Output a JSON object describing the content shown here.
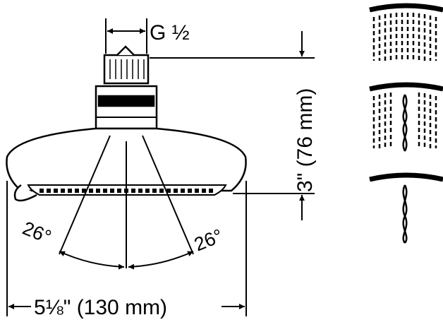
{
  "labels": {
    "thread": "G ½",
    "height": "3\" (76 mm)",
    "width": "5⅛\" (130 mm)",
    "angle_left": "26°",
    "angle_right": "26°"
  },
  "icons": [
    "spray-pattern-rain-icon",
    "spray-pattern-mixed-icon",
    "spray-pattern-massage-icon"
  ],
  "colors": {
    "line": "#000000",
    "background": "#ffffff"
  }
}
